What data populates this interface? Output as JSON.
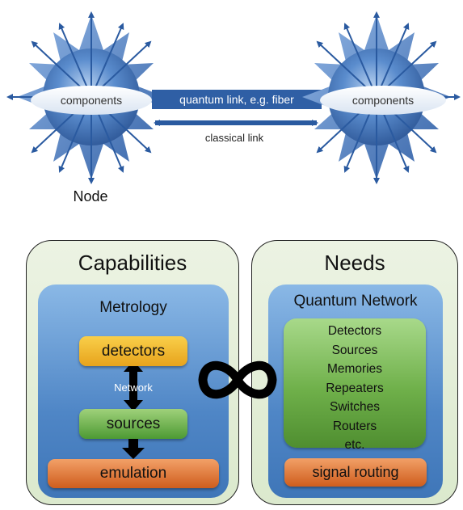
{
  "top": {
    "node_left_label": "components",
    "node_right_label": "components",
    "quantum_link_label": "quantum link, e.g. fiber",
    "classical_link_label": "classical link",
    "node_caption": "Node"
  },
  "capabilities": {
    "title": "Capabilities",
    "inner_title": "Metrology",
    "detectors": "detectors",
    "network": "Network",
    "sources": "sources",
    "emulation": "emulation"
  },
  "needs": {
    "title": "Needs",
    "inner_title": "Quantum Network",
    "items": [
      "Detectors",
      "Sources",
      "Memories",
      "Repeaters",
      "Switches",
      "Routers",
      "etc."
    ],
    "signal_routing": "signal routing"
  },
  "colors": {
    "node_blue": "#4a78b8",
    "link_blue": "#2f5fa5",
    "panel_green": "#e3eed7",
    "metrology_blue": "#5b90cc",
    "detectors_yellow": "#f0b430",
    "sources_green": "#5fa83f",
    "emulation_orange": "#e07a35"
  },
  "icons": [
    "infinity-symbol",
    "double-arrow-icon",
    "down-arrow-icon"
  ]
}
